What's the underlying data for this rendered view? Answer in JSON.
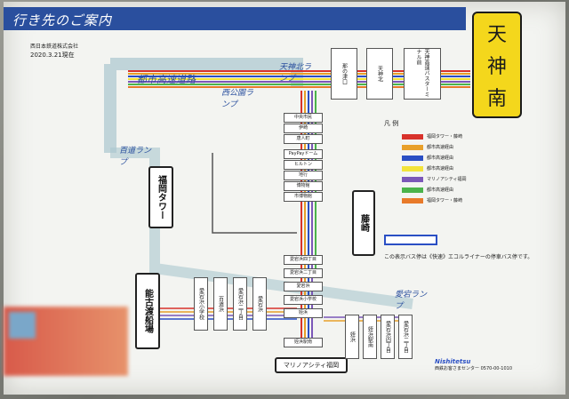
{
  "header": {
    "title": "行き先のご案内"
  },
  "company": "西日本鉄道株式会社",
  "date": "2020.3.21現在",
  "destination": [
    "天",
    "神",
    "南"
  ],
  "ramps": {
    "toshi_kousoku": "都市高速道路",
    "tenjin_kita": "天神北ランプ",
    "nishikouen": "西公園ランプ",
    "momochi": "百道ランプ",
    "atago": "愛宕ランプ"
  },
  "top_stops": [
    "那の津口",
    "天神北",
    "天神高速バスターミナル前"
  ],
  "main_stops": [
    "中央市民",
    "伊崎",
    "唐人町",
    "PayPayドーム",
    "ヒルトン",
    "地行",
    "博物館",
    "市博物館",
    "百道浜",
    "愛宕浜四丁目",
    "愛宕浜二丁目",
    "愛宕浜",
    "愛宕浜小学校",
    "姪浜",
    "姪浜駅南",
    "能古渡船場"
  ],
  "big_stops": {
    "fukuoka_tower": "福岡タワー",
    "meiji": "藤崎",
    "noko": "能古渡船場",
    "marinoa": "マリノアシティ福岡"
  },
  "legend": {
    "title": "凡 例",
    "items": [
      "福岡タワー・藤崎",
      "都市高速経由",
      "都市高速経由",
      "都市高速経由",
      "マリノアシティ福岡",
      "都市高速経由",
      "福岡タワー・藤崎"
    ],
    "colors": [
      "#d8322b",
      "#e8a02a",
      "#2a4fc4",
      "#f2e33a",
      "#7b57b8",
      "#4bb34b",
      "#e87a2a"
    ]
  },
  "note": "この表示バス停は《快速》エコルライナーの停車バス停です。",
  "footer": {
    "brand": "Nishitetsu",
    "contact": "西鉄お客さまセンター 0570-00-1010"
  }
}
